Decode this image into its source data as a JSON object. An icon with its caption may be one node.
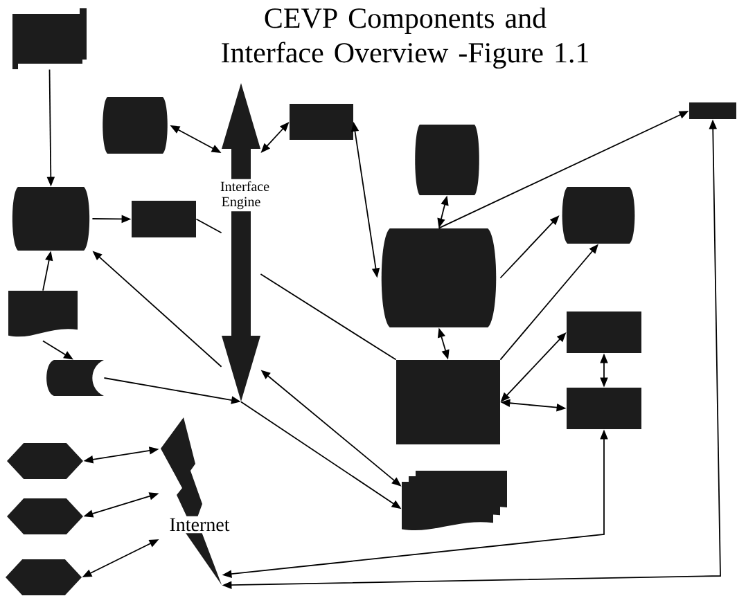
{
  "diagram": {
    "title": "CEVP Components and Interface Overview -Figure 1.1",
    "nodes": [
      {
        "text": [],
        "shape": "scroll"
      },
      {
        "text": [],
        "shape": "cylinder"
      },
      {
        "text": [
          "Interface Engine"
        ]
      },
      {
        "text": [],
        "shape": "box"
      },
      {
        "text": [],
        "shape": "box"
      },
      {
        "text": [],
        "shape": "cylinder"
      },
      {
        "text": [],
        "shape": "cylinder"
      },
      {
        "text": [],
        "shape": "box"
      },
      {
        "text": [],
        "shape": "cylinder"
      },
      {
        "text": [],
        "shape": "cylinder"
      },
      {
        "text": [],
        "shape": "document"
      },
      {
        "text": [],
        "shape": "box"
      },
      {
        "text": [],
        "shape": "cylinder"
      },
      {
        "text": [],
        "shape": "box"
      },
      {
        "text": [],
        "shape": "box"
      },
      {
        "text": [],
        "shape": "hexagon"
      },
      {
        "text": [],
        "shape": "hexagon"
      },
      {
        "text": [],
        "shape": "hexagon"
      },
      {
        "text": [
          "Internet"
        ]
      },
      {
        "text": [],
        "shape": "document"
      }
    ],
    "edges": [
      {
        "from": 0,
        "to": 6,
        "arrow": "to"
      },
      {
        "from": 1,
        "to": 2,
        "arrow": "both"
      },
      {
        "from": 3,
        "to": 2,
        "arrow": "both"
      },
      {
        "from": 3,
        "to": 8,
        "arrow": "both"
      },
      {
        "from": 5,
        "to": 8,
        "arrow": "both"
      },
      {
        "from": 8,
        "to": 4,
        "arrow": "to"
      },
      {
        "from": 8,
        "to": 9,
        "arrow": "to"
      },
      {
        "from": 6,
        "to": 7,
        "arrow": "to"
      },
      {
        "from": 7,
        "to": 2,
        "arrow": "none"
      },
      {
        "from": 2,
        "to": 13,
        "arrow": "none"
      },
      {
        "from": 10,
        "to": 6,
        "arrow": "to"
      },
      {
        "from": 2,
        "to": 6,
        "arrow": "to"
      },
      {
        "from": 10,
        "to": 12,
        "arrow": "to"
      },
      {
        "from": 12,
        "to": 2,
        "arrow": "to"
      },
      {
        "from": 2,
        "to": 19,
        "arrow": "to"
      },
      {
        "from": 19,
        "to": 2,
        "arrow": "both"
      },
      {
        "from": 13,
        "to": 8,
        "arrow": "both"
      },
      {
        "from": 13,
        "to": 9,
        "arrow": "to"
      },
      {
        "from": 13,
        "to": 11,
        "arrow": "both"
      },
      {
        "from": 13,
        "to": 14,
        "arrow": "both"
      },
      {
        "from": 11,
        "to": 14,
        "arrow": "both"
      },
      {
        "from": 15,
        "to": 18,
        "arrow": "both"
      },
      {
        "from": 16,
        "to": 18,
        "arrow": "both"
      },
      {
        "from": 17,
        "to": 18,
        "arrow": "both"
      },
      {
        "from": 18,
        "to": 14,
        "arrow": "both"
      },
      {
        "from": 18,
        "to": 4,
        "arrow": "both"
      }
    ]
  }
}
